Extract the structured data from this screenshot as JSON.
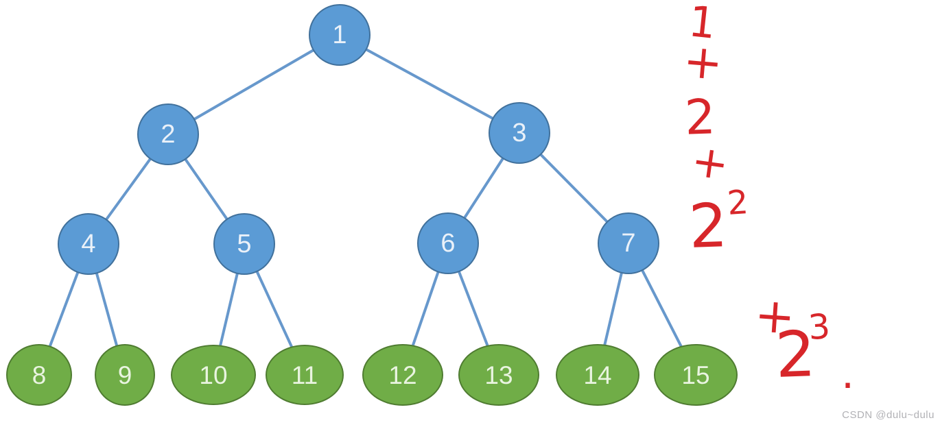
{
  "diagram": {
    "description": "Perfect binary tree with 4 levels; internal nodes blue circles, leaf nodes green ellipses"
  },
  "tree": {
    "nodes": [
      {
        "id": 1,
        "label": "1",
        "type": "internal",
        "level": 1
      },
      {
        "id": 2,
        "label": "2",
        "type": "internal",
        "level": 2
      },
      {
        "id": 3,
        "label": "3",
        "type": "internal",
        "level": 2
      },
      {
        "id": 4,
        "label": "4",
        "type": "internal",
        "level": 3
      },
      {
        "id": 5,
        "label": "5",
        "type": "internal",
        "level": 3
      },
      {
        "id": 6,
        "label": "6",
        "type": "internal",
        "level": 3
      },
      {
        "id": 7,
        "label": "7",
        "type": "internal",
        "level": 3
      },
      {
        "id": 8,
        "label": "8",
        "type": "leaf",
        "level": 4
      },
      {
        "id": 9,
        "label": "9",
        "type": "leaf",
        "level": 4
      },
      {
        "id": 10,
        "label": "10",
        "type": "leaf",
        "level": 4
      },
      {
        "id": 11,
        "label": "11",
        "type": "leaf",
        "level": 4
      },
      {
        "id": 12,
        "label": "12",
        "type": "leaf",
        "level": 4
      },
      {
        "id": 13,
        "label": "13",
        "type": "leaf",
        "level": 4
      },
      {
        "id": 14,
        "label": "14",
        "type": "leaf",
        "level": 4
      },
      {
        "id": 15,
        "label": "15",
        "type": "leaf",
        "level": 4
      }
    ],
    "edges": [
      [
        "1",
        "2"
      ],
      [
        "1",
        "3"
      ],
      [
        "2",
        "4"
      ],
      [
        "2",
        "5"
      ],
      [
        "3",
        "6"
      ],
      [
        "3",
        "7"
      ],
      [
        "4",
        "8"
      ],
      [
        "4",
        "9"
      ],
      [
        "5",
        "10"
      ],
      [
        "5",
        "11"
      ],
      [
        "6",
        "12"
      ],
      [
        "6",
        "13"
      ],
      [
        "7",
        "14"
      ],
      [
        "7",
        "15"
      ]
    ],
    "colors": {
      "internal_fill": "#5b9bd5",
      "internal_border": "#41719c",
      "leaf_fill": "#70ad47",
      "leaf_border": "#4f7c31",
      "edge": "#6798cc",
      "node_text": "#eaf1f9"
    }
  },
  "annotation": {
    "formula": "1 + 2 + 2² + 2³ .",
    "color": "#d7262a",
    "parts": [
      {
        "text": "1"
      },
      {
        "text": "+"
      },
      {
        "text": "2"
      },
      {
        "text": "+"
      },
      {
        "text": "2",
        "superscript": "2"
      },
      {
        "text": "+"
      },
      {
        "text": "2",
        "superscript": "3"
      },
      {
        "text": "."
      }
    ]
  },
  "watermark": {
    "text": "CSDN @dulu~dulu",
    "color": "#b1b1b5"
  }
}
